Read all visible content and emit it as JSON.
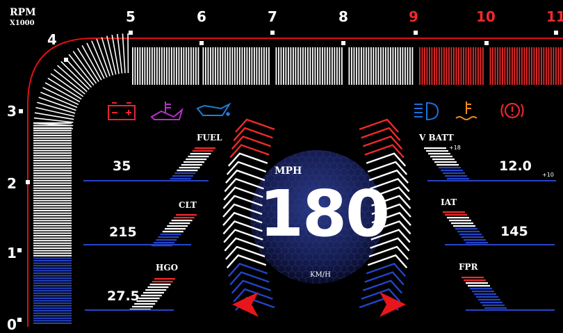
{
  "rpm": {
    "label": "RPM",
    "multiplier": "X1000",
    "ticks": [
      "0",
      "1",
      "2",
      "3",
      "4",
      "5",
      "6",
      "7",
      "8",
      "9",
      "10",
      "11"
    ],
    "redline_from": 9
  },
  "speed": {
    "value": "180",
    "unit_top": "MPH",
    "unit_bottom": "KM/H"
  },
  "gauges": {
    "fuel": {
      "label": "FUEL",
      "value": "35"
    },
    "clt": {
      "label": "CLT",
      "value": "215"
    },
    "hgo": {
      "label": "HGO",
      "value": "27.5"
    },
    "vbatt": {
      "label": "V BATT",
      "value": "12.0",
      "max_label": "+18",
      "min_label": "+10"
    },
    "iat": {
      "label": "IAT",
      "value": "145"
    },
    "fpr": {
      "label": "FPR",
      "value": ""
    }
  },
  "warning_lights": {
    "left": [
      {
        "name": "battery-icon",
        "color": "#e8262b"
      },
      {
        "name": "oil-temp-icon",
        "color": "#b530c9"
      },
      {
        "name": "oil-pressure-icon",
        "color": "#1e7fd8"
      }
    ],
    "right": [
      {
        "name": "headlight-icon",
        "color": "#1e6fe0"
      },
      {
        "name": "coolant-temp-icon",
        "color": "#f08a1c"
      },
      {
        "name": "brake-warning-icon",
        "color": "#e8262b"
      }
    ]
  },
  "colors": {
    "white": "#ffffff",
    "red": "#ee2a2a",
    "blue": "#2444c8",
    "line_blue": "#2a44c8"
  }
}
